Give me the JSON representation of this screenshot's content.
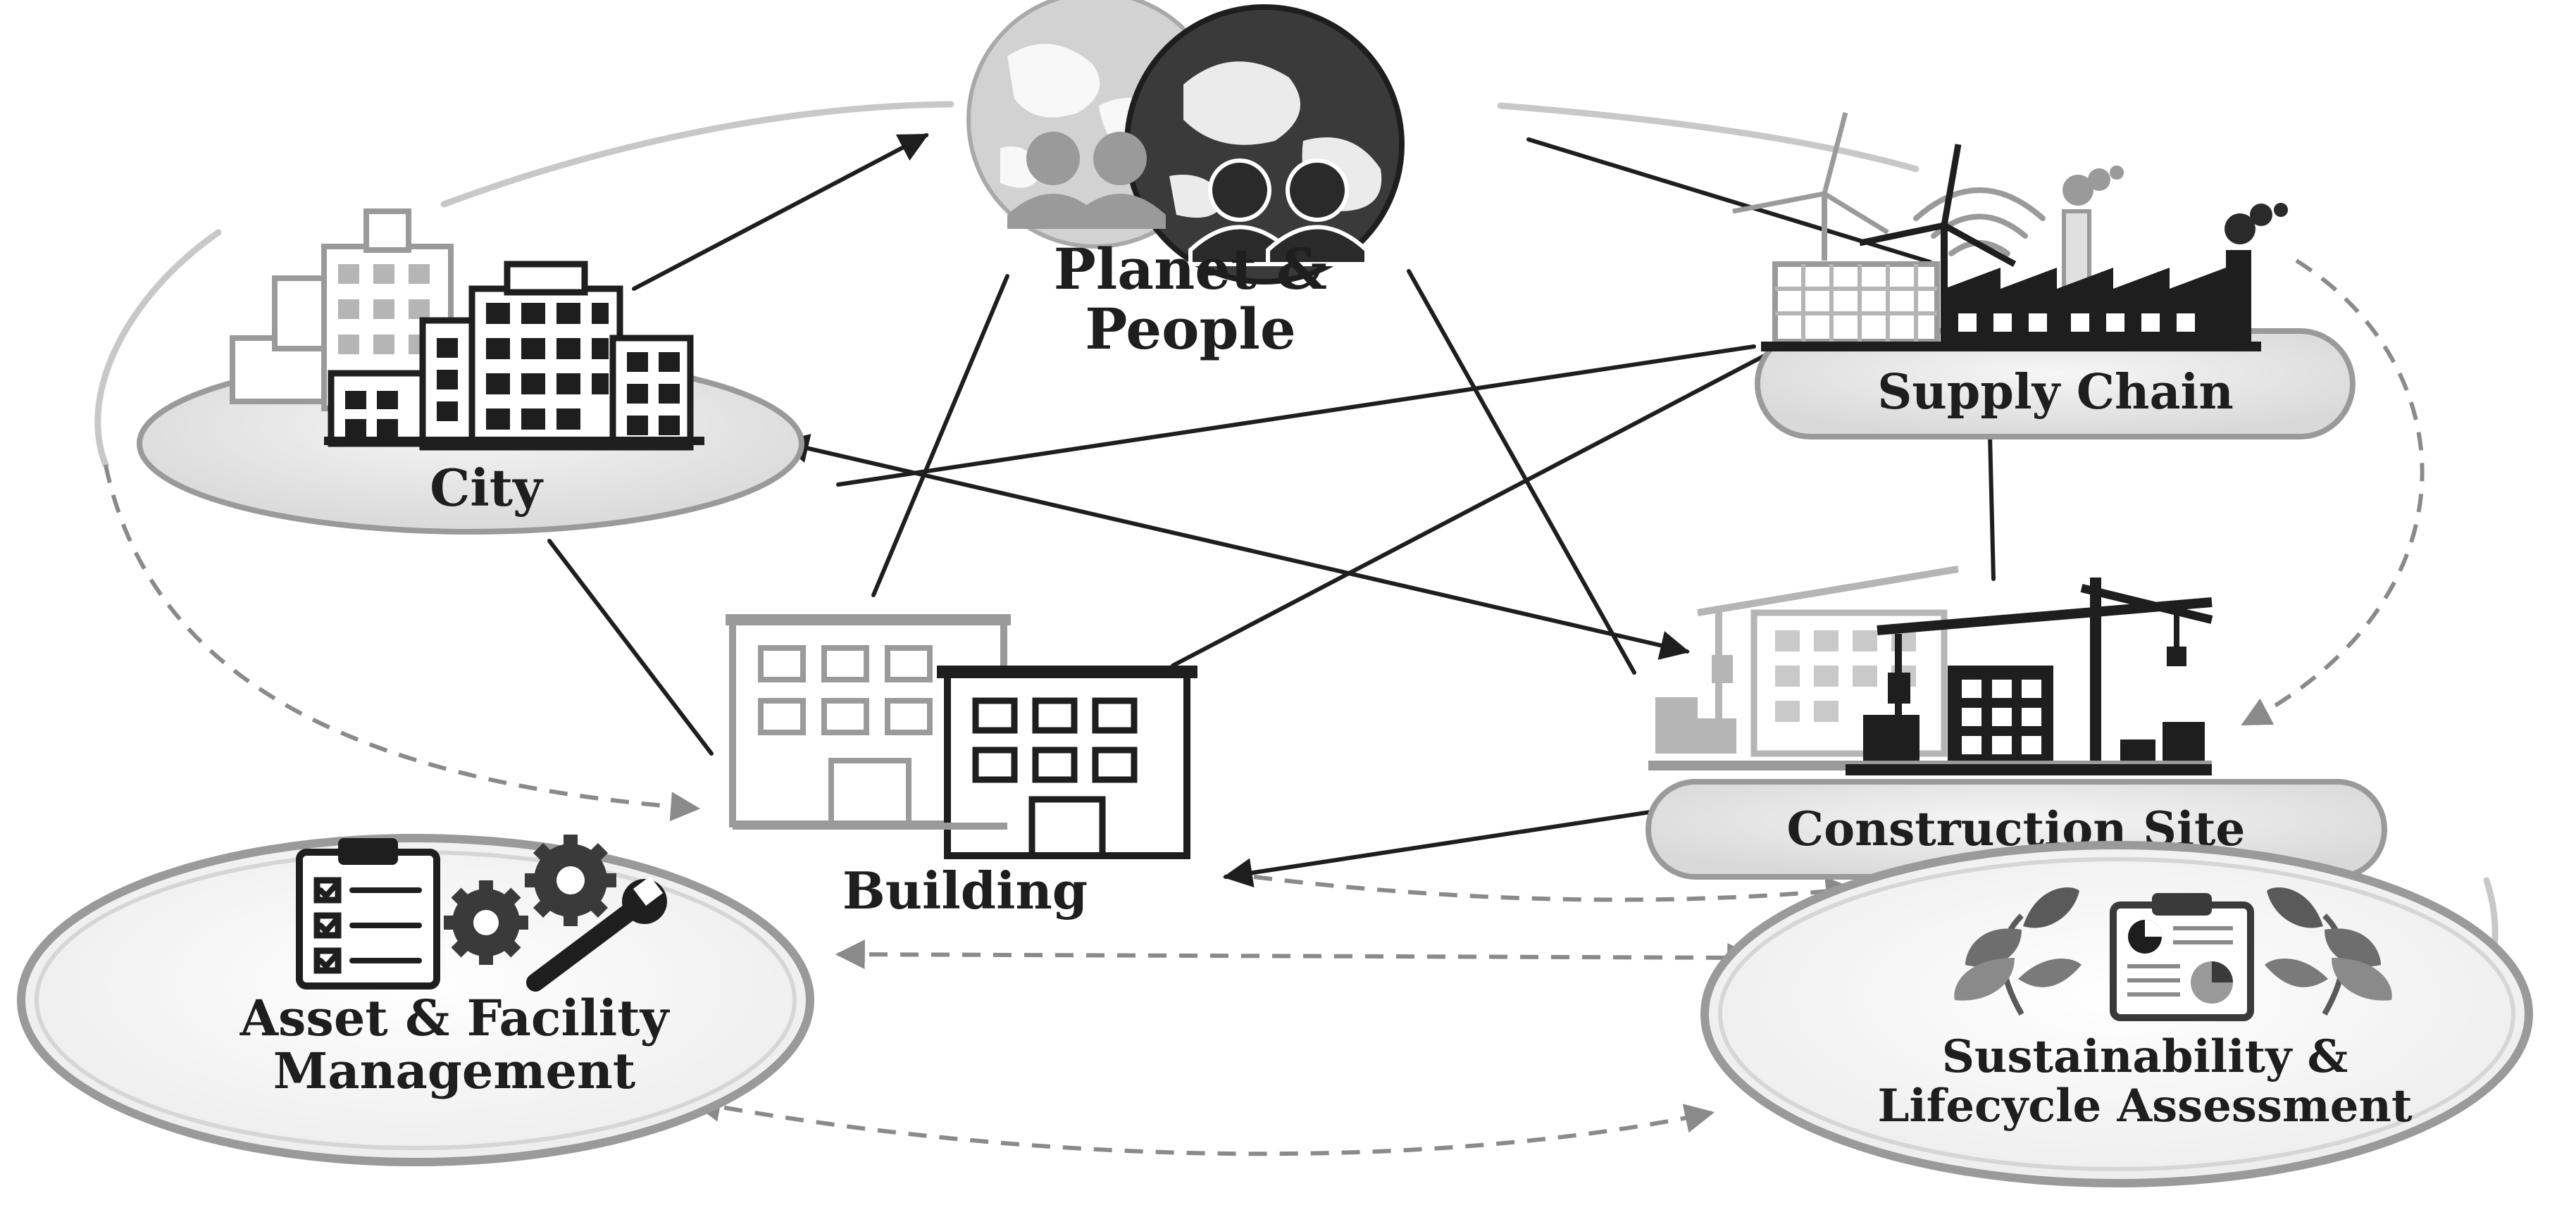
{
  "nodes": {
    "planet": {
      "label_line1": "Planet &",
      "label_line2": "People",
      "icon": "globe-people-icon"
    },
    "city": {
      "label": "City",
      "icon": "city-skyline-icon"
    },
    "supply": {
      "label": "Supply Chain",
      "icon": "factory-wind-turbine-icon"
    },
    "building": {
      "label": "Building",
      "icon": "office-building-icon"
    },
    "construction": {
      "label": "Construction Site",
      "icon": "crane-construction-icon"
    },
    "asset": {
      "label_line1": "Asset & Facility",
      "label_line2": "Management",
      "icon": "checklist-gears-wrench-icon"
    },
    "sustain": {
      "label_line1": "Sustainability &",
      "label_line2": "Lifecycle Assessment",
      "icon": "leaves-clipboard-chart-icon"
    }
  },
  "colors": {
    "ink": "#1e1e1e",
    "mid": "#8a8a8a",
    "light": "#c8c8c8",
    "platform": "#e4e4e4"
  }
}
